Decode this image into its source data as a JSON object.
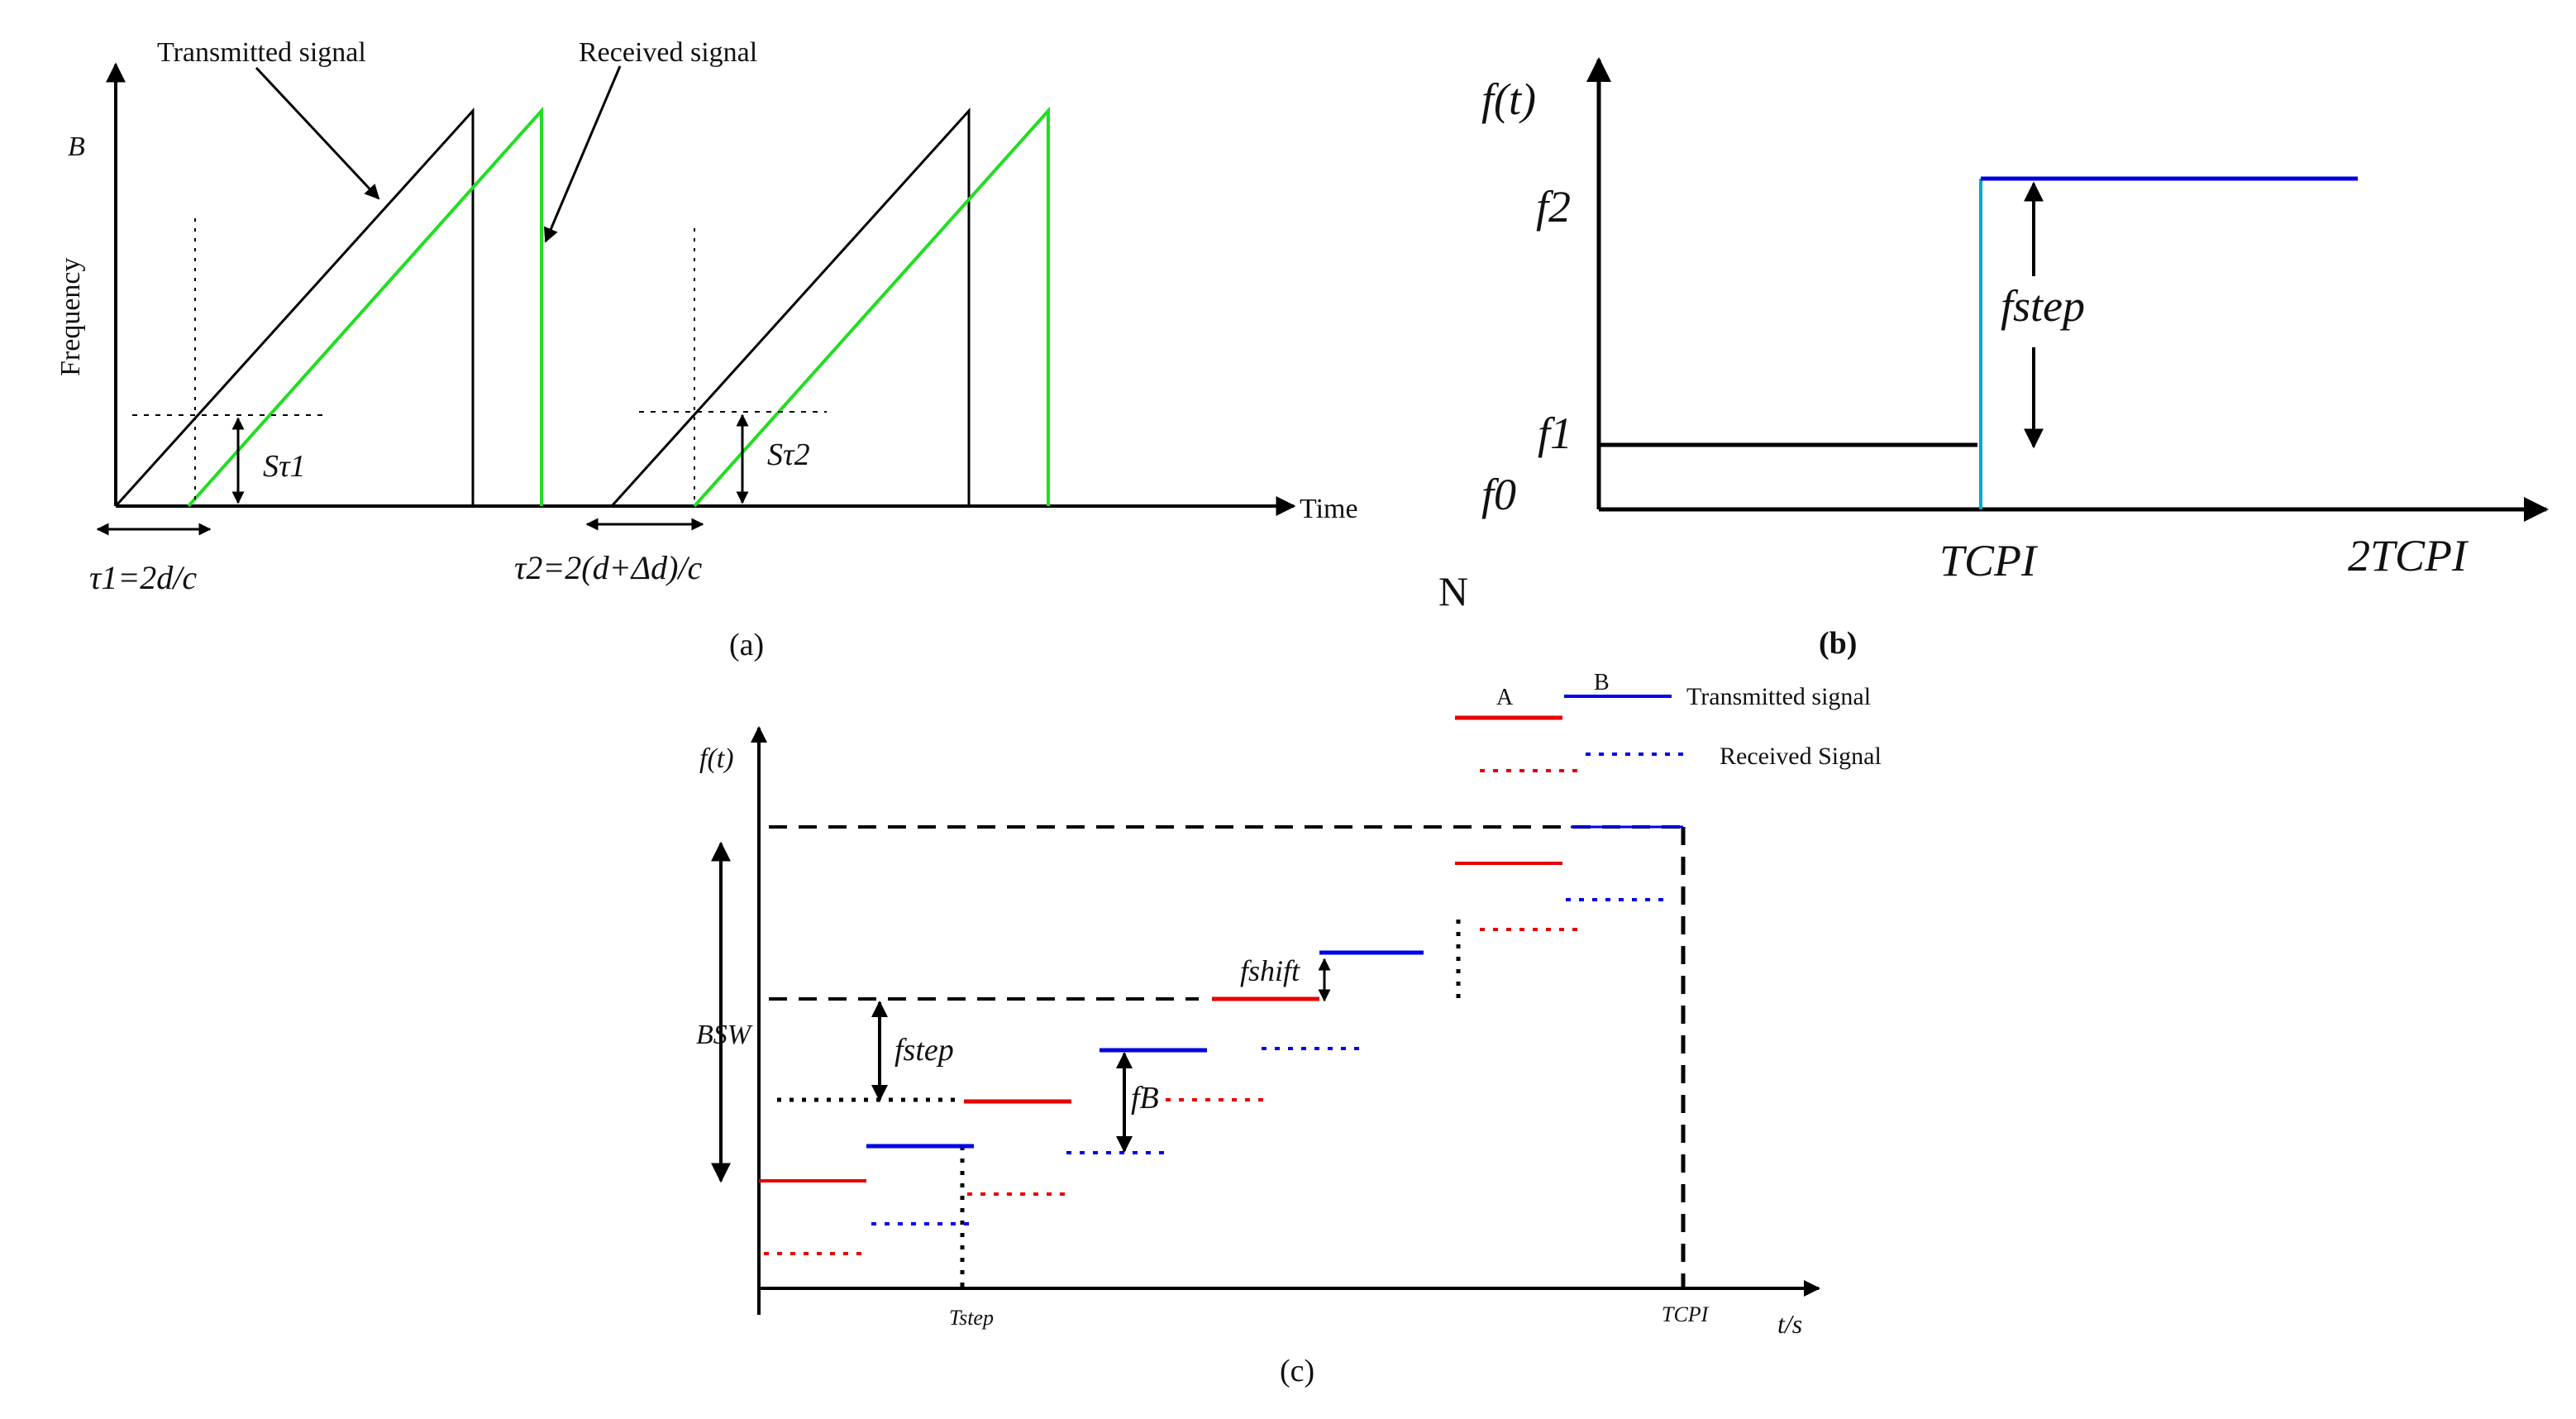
{
  "panel_a": {
    "caption": "(a)",
    "label_transmitted": "Transmitted signal",
    "label_received": "Received signal",
    "label_B": "B",
    "axis_y": "Frequency",
    "axis_x": "Time",
    "tau1": "τ1=2d/c",
    "tau2": "τ2=2(d+Δd)/c",
    "s_tau1": "Sτ1",
    "s_tau2": "Sτ2",
    "colors": {
      "transmitted": "#000000",
      "received": "#22dd22"
    }
  },
  "panel_b": {
    "caption": "(b)",
    "axis_y": "f(t)",
    "f0": "f0",
    "f1": "f1",
    "f2": "f2",
    "fstep": "fstep",
    "tcpi": "TCPI",
    "two_tcpi": "2TCPI",
    "stray_N": "N",
    "colors": {
      "low": "#000000",
      "high": "#0000dd",
      "transition": "#00aacc"
    }
  },
  "panel_c": {
    "caption": "(c)",
    "axis_y": "f(t)",
    "axis_x": "t/s",
    "legend_a": "A",
    "legend_b": "B",
    "legend_transmitted": "Transmitted signal",
    "legend_received": "Received Signal",
    "bsw": "BSW",
    "fstep": "fstep",
    "fb": "fB",
    "fshift": "fshift",
    "tstep": "Tstep",
    "tcpi": "TCPI",
    "colors": {
      "A": "#e60000",
      "B": "#0000e6"
    }
  }
}
